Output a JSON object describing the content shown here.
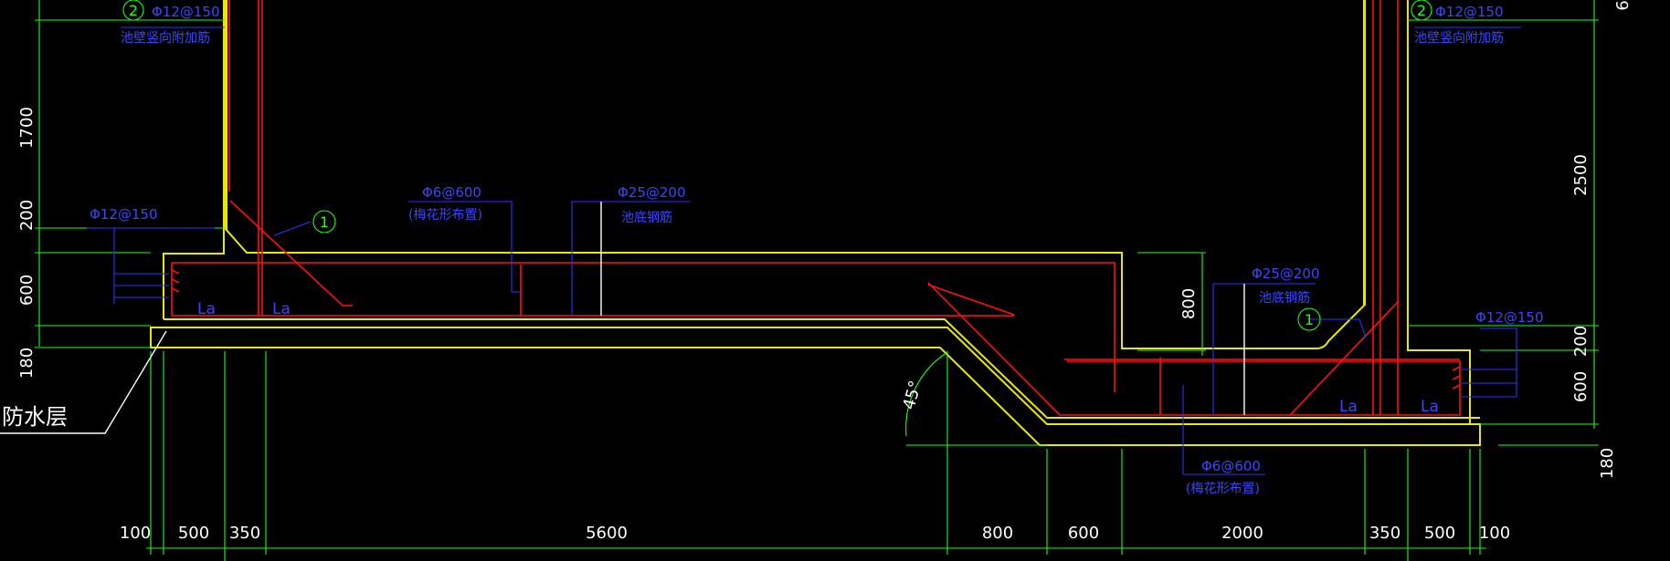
{
  "dimensions": {
    "bottom": [
      "100",
      "500",
      "350",
      "5600",
      "800",
      "600",
      "2000",
      "350",
      "500",
      "100"
    ],
    "left": [
      "1700",
      "200",
      "600",
      "180"
    ],
    "middle": "800",
    "right": [
      "2500",
      "200",
      "600",
      "180"
    ],
    "right_top": "6"
  },
  "annotations": {
    "left_top_rebar": "Φ12@150",
    "left_top_note": "池壁竖向附加筋",
    "left_side_rebar": "Φ12@150",
    "tie_rebar_left": "Φ6@600",
    "tie_note_left": "(梅花形布置)",
    "bottom_rebar_left": "Φ25@200",
    "bottom_note_left": "池底钢筋",
    "right_top_rebar": "Φ12@150",
    "right_top_note": "池壁竖向附加筋",
    "bottom_rebar_right": "Φ25@200",
    "bottom_note_right": "池底钢筋",
    "right_side_rebar": "Φ12@150",
    "tie_rebar_right": "Φ6@600",
    "tie_note_right": "(梅花形布置)",
    "anchor_label": "La",
    "angle": "45°",
    "waterproof": "防水层"
  },
  "markers": {
    "one": "1",
    "two": "2"
  }
}
